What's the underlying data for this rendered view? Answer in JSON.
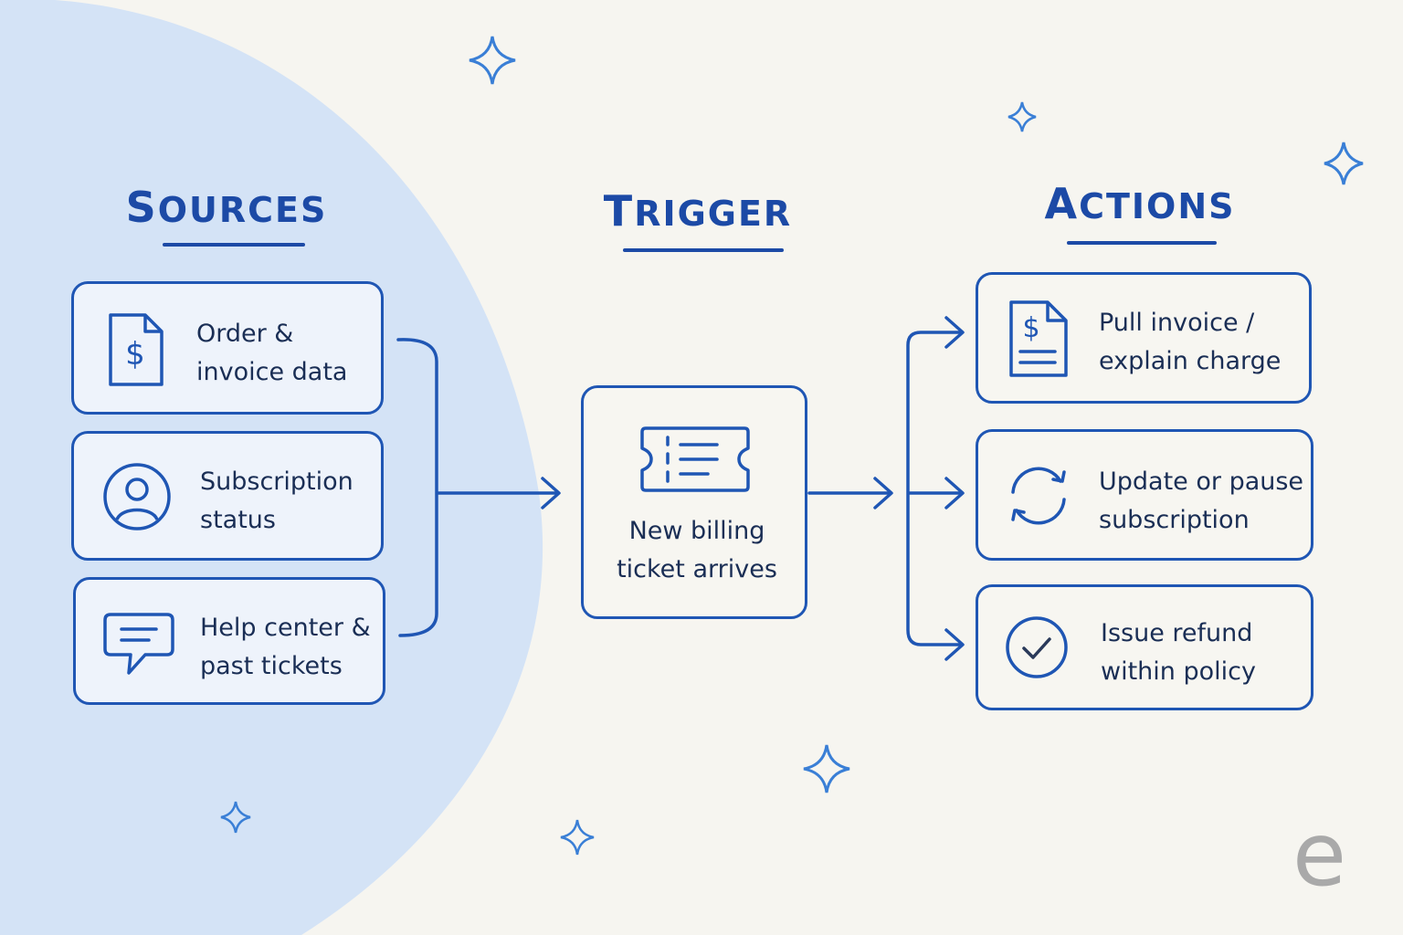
{
  "columns": {
    "sources": {
      "title": "Sources"
    },
    "trigger": {
      "title": "Trigger"
    },
    "actions": {
      "title": "Actions"
    }
  },
  "sources": [
    {
      "label": "Order &\ninvoice data",
      "icon": "invoice-dollar-icon"
    },
    {
      "label": "Subscription\nstatus",
      "icon": "user-circle-icon"
    },
    {
      "label": "Help center &\npast tickets",
      "icon": "chat-bubble-icon"
    }
  ],
  "trigger": {
    "label": "New billing\nticket arrives",
    "icon": "ticket-icon"
  },
  "actions": [
    {
      "label": "Pull invoice /\nexplain charge",
      "icon": "invoice-dollar-icon"
    },
    {
      "label": "Update or pause\nsubscription",
      "icon": "refresh-cycle-icon"
    },
    {
      "label": "Issue refund\nwithin policy",
      "icon": "check-circle-icon"
    }
  ],
  "brand_mark": "e",
  "colors": {
    "accent": "#1f56b4",
    "background": "#f6f5f0",
    "blob": "#d4e3f6",
    "sparkle": "#3a7fd6"
  }
}
